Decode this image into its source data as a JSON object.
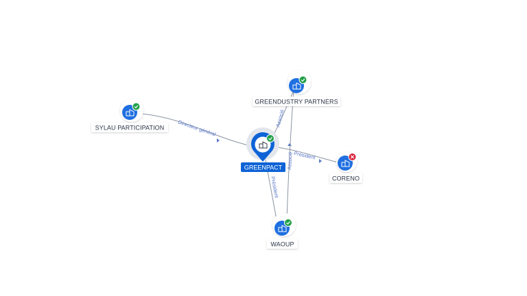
{
  "colors": {
    "node_blue": "#1f6fe0",
    "main_blue": "#0d63d6",
    "edge": "#8a93a3",
    "edge_label": "#5a78c8",
    "status_ok": "#23a04a",
    "status_closed": "#d8233c"
  },
  "nodes": {
    "sylau": {
      "label": "SYLAU PARTICIPATION",
      "status": "active",
      "icon": "company-icon"
    },
    "greendustry": {
      "label": "GREENDUSTRY PARTNERS",
      "status": "active",
      "icon": "company-icon"
    },
    "greenpact": {
      "label": "GREENPACT",
      "status": "active",
      "icon": "company-icon"
    },
    "coreno": {
      "label": "CORENO",
      "status": "closed",
      "icon": "company-icon"
    },
    "waoup": {
      "label": "WAOUP",
      "status": "active",
      "icon": "company-icon"
    }
  },
  "edges": {
    "sylau_greenpact": {
      "label": "Directeur général"
    },
    "greenpact_greendustry": {
      "label": "Associé"
    },
    "greenpact_coreno": {
      "label": "Président"
    },
    "waoup_greendustry": {
      "label": "Associé"
    },
    "greenpact_waoup": {
      "label": "Président"
    }
  }
}
